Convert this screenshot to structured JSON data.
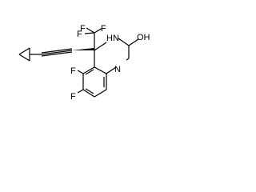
{
  "molecule": {
    "atom_labels": {
      "fluorine_cf3_top_left": "F",
      "fluorine_cf3_top_right": "F",
      "fluorine_cf3_left": "F",
      "nh_upper": "HN",
      "hydroxyl": "OH",
      "n_lower": "N",
      "fluorine_ring_upper": "F",
      "fluorine_ring_lower": "F"
    },
    "colors": {
      "bond": "#000000",
      "label": "#000000",
      "background": "#ffffff"
    }
  }
}
